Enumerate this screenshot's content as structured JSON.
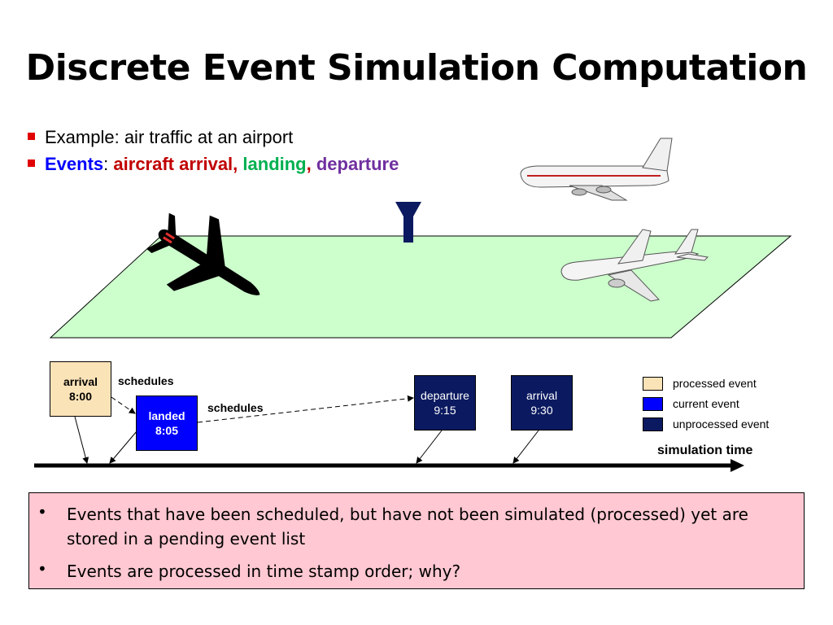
{
  "slide": {
    "title": "Discrete Event Simulation Computation"
  },
  "bullets": [
    {
      "text": "Example: air traffic at an airport"
    },
    {
      "events_label": "Events",
      "colon": ":",
      "arrival": "aircraft arrival",
      "sep1": ", ",
      "landing": "landing",
      "sep2": ", ",
      "departure": "departure"
    }
  ],
  "timeline": {
    "events": [
      {
        "name": "arrival",
        "time": "8:00",
        "state": "processed"
      },
      {
        "name": "landed",
        "time": "8:05",
        "state": "current"
      },
      {
        "name": "departure",
        "time": "9:15",
        "state": "unprocessed"
      },
      {
        "name": "arrival",
        "time": "9:30",
        "state": "unprocessed"
      }
    ],
    "schedules_label_1": "schedules",
    "schedules_label_2": "schedules",
    "axis_label": "simulation time"
  },
  "legend": [
    {
      "label": "processed event",
      "color": "#fbe3b8"
    },
    {
      "label": "current event",
      "color": "#0000ff"
    },
    {
      "label": "unprocessed event",
      "color": "#0b1a60"
    }
  ],
  "notes": [
    "Events that have been scheduled, but have not been simulated (processed) yet are stored in a pending event list",
    "Events are processed in time stamp order; why?"
  ],
  "colors": {
    "events_blue": "#0000ff",
    "arrival_red": "#c00000",
    "landing_green": "#00b050",
    "departure_purple": "#7030a0",
    "bullet_red": "#e00000",
    "runway_green": "#ccffcc",
    "notes_pink": "#ffc8d2"
  }
}
